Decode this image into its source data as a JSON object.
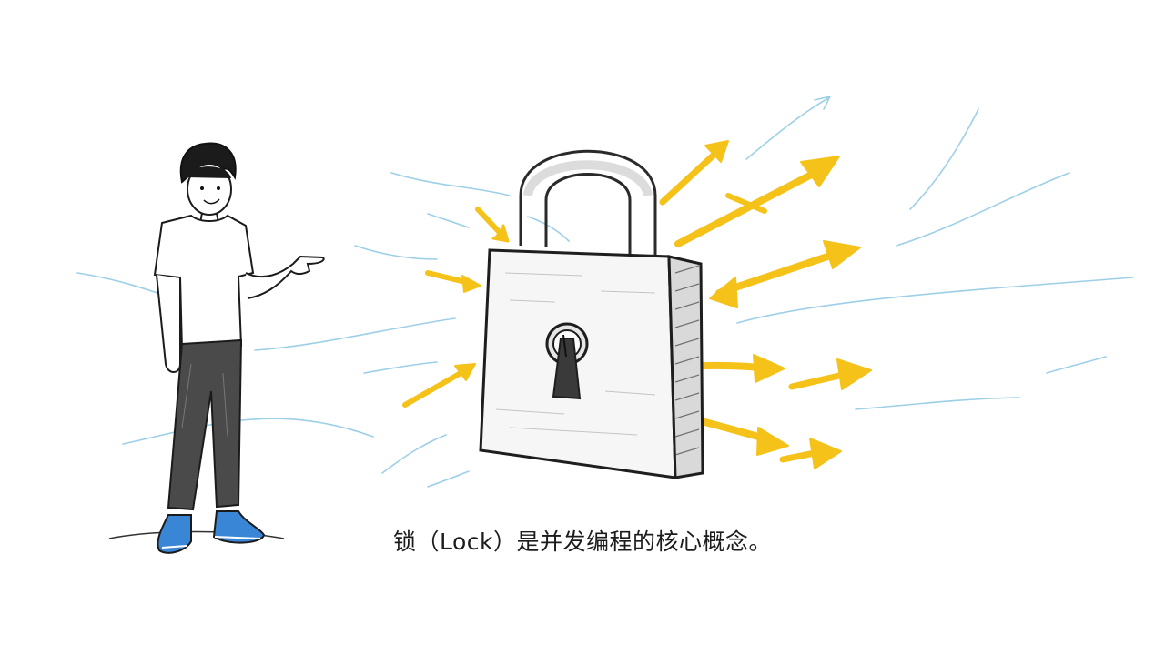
{
  "caption": "锁（Lock）是并发编程的核心概念。",
  "colors": {
    "background": "#ffffff",
    "arrow_yellow": "#f5c21a",
    "arrow_yellow_light": "#ffd940",
    "flow_blue": "#8cc7e3",
    "ink": "#222222",
    "shoes_blue": "#3a86d6",
    "pants_gray": "#4a4a4a"
  },
  "illustration": {
    "subject": "padlock-icon",
    "figure": "person-pointing",
    "arrows": "yellow-arrows"
  }
}
